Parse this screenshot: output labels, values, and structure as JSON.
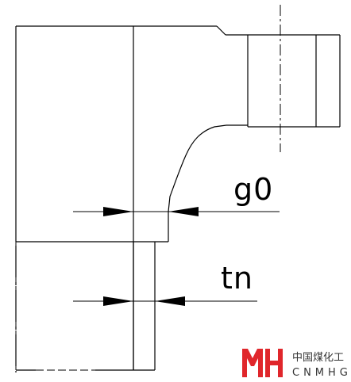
{
  "dimensions": {
    "g0_label": "g0",
    "tn_label": "tn"
  },
  "watermark": {
    "chinese_name": "中国煤化工",
    "english_name": "CNMHG",
    "brand_color": "#e0262b"
  }
}
